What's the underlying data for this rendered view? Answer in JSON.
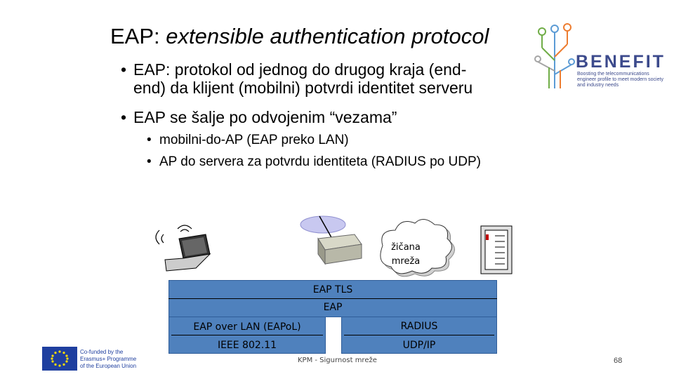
{
  "slide": {
    "title_plain": "EAP: ",
    "title_italic": "extensible authentication protocol",
    "bullets": [
      {
        "line1": "EAP: protokol od jednog do drugog kraja (end-",
        "line2": "end) da klijent (mobilni) potvrdi identitet serveru"
      },
      {
        "line1": "EAP se šalje po odvojenim “vezama”"
      }
    ],
    "sub_bullets": [
      "mobilni-do-AP (EAP preko LAN)",
      "AP do servera za potvrdu identiteta (RADIUS po UDP)"
    ],
    "bullet_glyph": "•"
  },
  "logo": {
    "word": "BENEFIT",
    "tagline": "Boosting the telecommunications engineer profile to meet modern society and industry needs"
  },
  "diagram": {
    "cloud_line1": "žičana",
    "cloud_line2": "mreža",
    "layers": {
      "eap_tls": "EAP TLS",
      "eap": "EAP",
      "eapol": "EAP over LAN (EAPoL)",
      "ieee": "IEEE 802.11",
      "radius": "RADIUS",
      "udp": "UDP/IP"
    },
    "band_color": "#4f81bd"
  },
  "footer": {
    "text": "KPM - Sigurnost mreže",
    "page": "68",
    "eu_line1": "Co-funded by the",
    "eu_line2": "Erasmus+ Programme",
    "eu_line3": "of the European Union"
  }
}
